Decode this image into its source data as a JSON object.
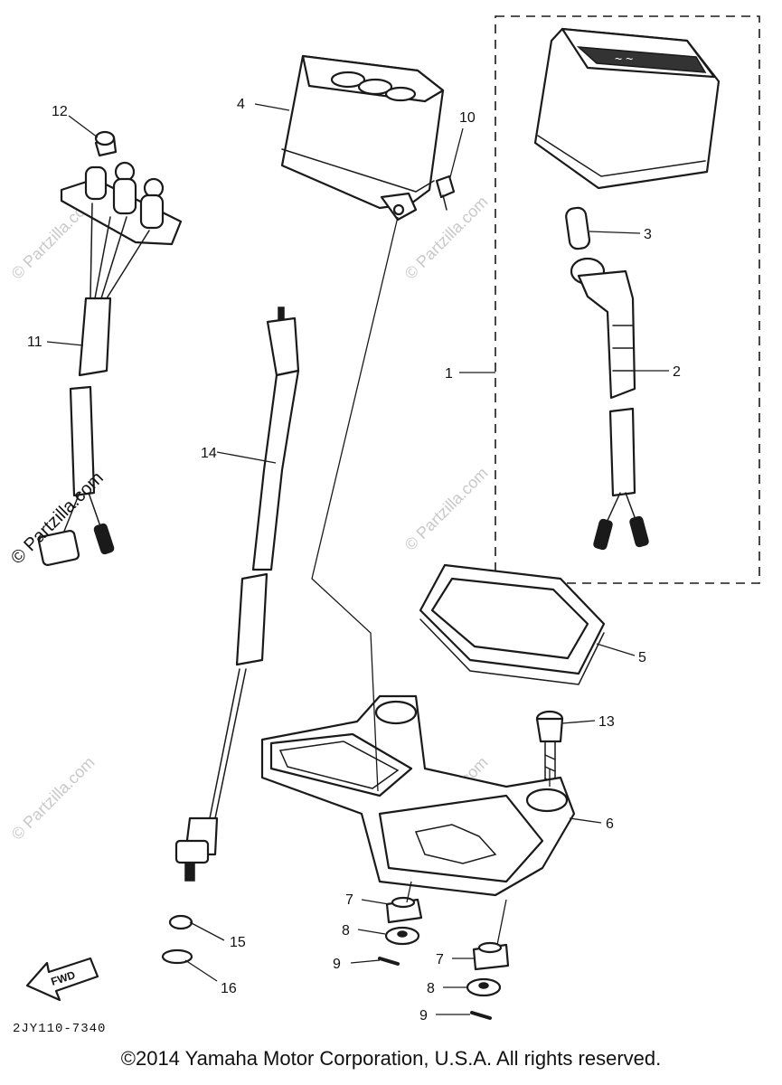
{
  "callouts": {
    "c1": "1",
    "c2": "2",
    "c3": "3",
    "c4": "4",
    "c5": "5",
    "c6": "6",
    "c7a": "7",
    "c7b": "7",
    "c8a": "8",
    "c8b": "8",
    "c9a": "9",
    "c9b": "9",
    "c10": "10",
    "c11": "11",
    "c12": "12",
    "c13": "13",
    "c14": "14",
    "c15": "15",
    "c16": "16"
  },
  "watermarks": {
    "brand": "© Partzilla.com",
    "faint": "© Partzilla.com"
  },
  "fwd_label": "FWD",
  "diagram_code": "2JY110-7340",
  "copyright": "©2014 Yamaha Motor Corporation, U.S.A. All rights reserved."
}
